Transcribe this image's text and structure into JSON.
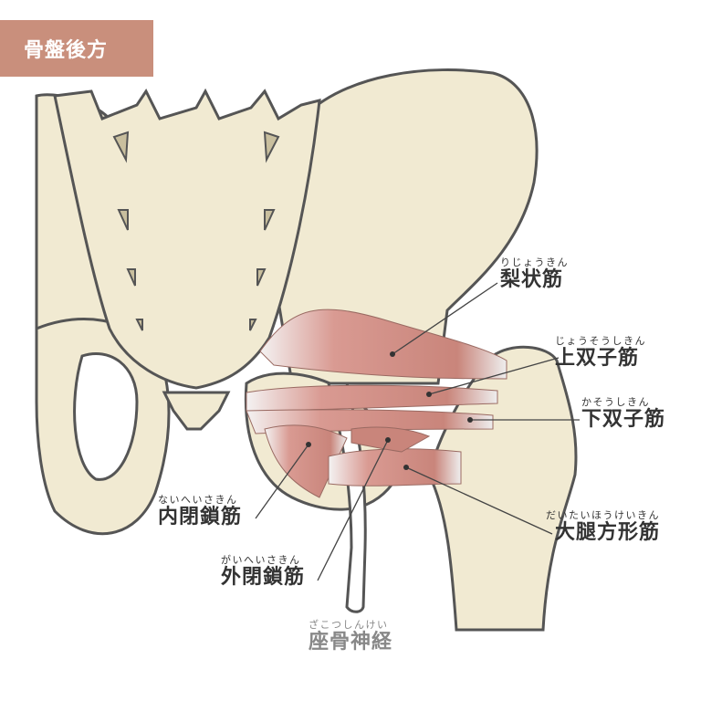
{
  "title": "骨盤後方",
  "labels": {
    "piriformis": {
      "ruby": "りじょうきん",
      "name": "梨状筋"
    },
    "superior_gemellus": {
      "ruby": "じょうそうしきん",
      "name": "上双子筋"
    },
    "inferior_gemellus": {
      "ruby": "かそうしきん",
      "name": "下双子筋"
    },
    "quadratus_femoris": {
      "ruby": "だいたいほうけいきん",
      "name": "大腿方形筋"
    },
    "obturator_internus": {
      "ruby": "ないへいさきん",
      "name": "内閉鎖筋"
    },
    "obturator_externus": {
      "ruby": "がいへいさきん",
      "name": "外閉鎖筋"
    },
    "sciatic_nerve": {
      "ruby": "ざこつしんけい",
      "name": "座骨神経"
    }
  },
  "colors": {
    "title_bg": "#c98f7c",
    "bone": "#f1ead2",
    "muscle": "#d4938a",
    "outline": "#555555"
  }
}
